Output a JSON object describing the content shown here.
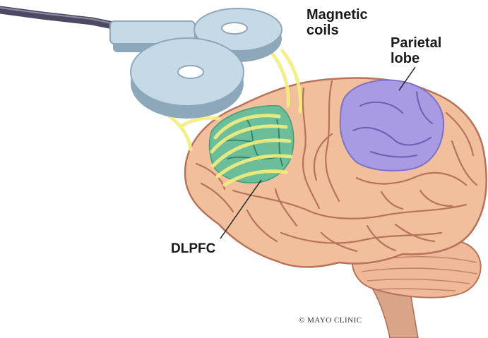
{
  "labels": {
    "magnetic_coils": "Magnetic\ncoils",
    "parietal_lobe": "Parietal\nlobe",
    "dlpfc": "DLPFC"
  },
  "credit": "© MAYO CLINIC",
  "colors": {
    "brain": "#f1bf9b",
    "brain_shadow": "#d69a78",
    "sulcus": "#b77359",
    "parietal": "#a89be4",
    "dlpfc": "#5dbc9a",
    "field": "#f3ee7e",
    "coil": "#bfd4e2",
    "coil_edge": "#8ea8bb",
    "cable": "#4d4963"
  }
}
